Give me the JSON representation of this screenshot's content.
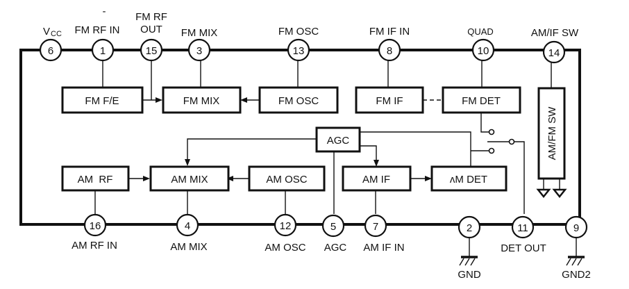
{
  "diagram": {
    "type": "ic-block-diagram",
    "pins": {
      "p6": {
        "number": "6",
        "label": "V",
        "label_sub": "CC"
      },
      "p1": {
        "number": "1",
        "label": "FM RF IN",
        "overbar": "-"
      },
      "p15": {
        "number": "15",
        "label_line1": "FM RF",
        "label_line2": "OUT"
      },
      "p3": {
        "number": "3",
        "label": "FM MIX"
      },
      "p13": {
        "number": "13",
        "label": "FM OSC"
      },
      "p8": {
        "number": "8",
        "label": "FM IF IN"
      },
      "p10": {
        "number": "10",
        "label": "QUAD"
      },
      "p14": {
        "number": "14",
        "label": "AM/IF SW"
      },
      "p16": {
        "number": "16",
        "label": "AM RF IN"
      },
      "p4": {
        "number": "4",
        "label": "AM MIX"
      },
      "p12": {
        "number": "12",
        "label": "AM OSC"
      },
      "p5": {
        "number": "5",
        "label": "AGC"
      },
      "p7": {
        "number": "7",
        "label": "AM IF IN"
      },
      "p2": {
        "number": "2",
        "label": "GND"
      },
      "p11": {
        "number": "11",
        "label": "DET OUT"
      },
      "p9": {
        "number": "9",
        "label": "GND2"
      }
    },
    "blocks": {
      "fm_fe": "FM F/E",
      "fm_mix": "FM MIX",
      "fm_osc": "FM OSC",
      "fm_if": "FM IF",
      "fm_det": "FM DET",
      "am_fm_sw": "AM/FM SW",
      "agc": "AGC",
      "am_rf": "AM  RF",
      "am_mix": "AM MIX",
      "am_osc": "AM OSC",
      "am_if": "AM IF",
      "am_det": "ʌM DET"
    },
    "connections": [
      {
        "from": "FM F/E",
        "to": "FM MIX",
        "kind": "arrow"
      },
      {
        "from": "FM OSC",
        "to": "FM MIX",
        "kind": "arrow"
      },
      {
        "from": "FM IF",
        "to": "FM DET",
        "kind": "line"
      },
      {
        "from": "AM RF",
        "to": "AM MIX",
        "kind": "arrow"
      },
      {
        "from": "AM OSC",
        "to": "AM MIX",
        "kind": "arrow"
      },
      {
        "from": "AM IF",
        "to": "AM DET",
        "kind": "arrow"
      },
      {
        "from": "AGC",
        "to": "AM MIX",
        "kind": "arrow"
      },
      {
        "from": "AGC",
        "to": "AM IF",
        "kind": "arrow"
      },
      {
        "from": "AGC",
        "to": "AM DET",
        "kind": "line"
      },
      {
        "from": "FM DET",
        "to": "switch",
        "kind": "line"
      },
      {
        "from": "AM DET",
        "to": "switch",
        "kind": "line"
      },
      {
        "from": "switch",
        "to": "11",
        "kind": "line"
      }
    ]
  }
}
